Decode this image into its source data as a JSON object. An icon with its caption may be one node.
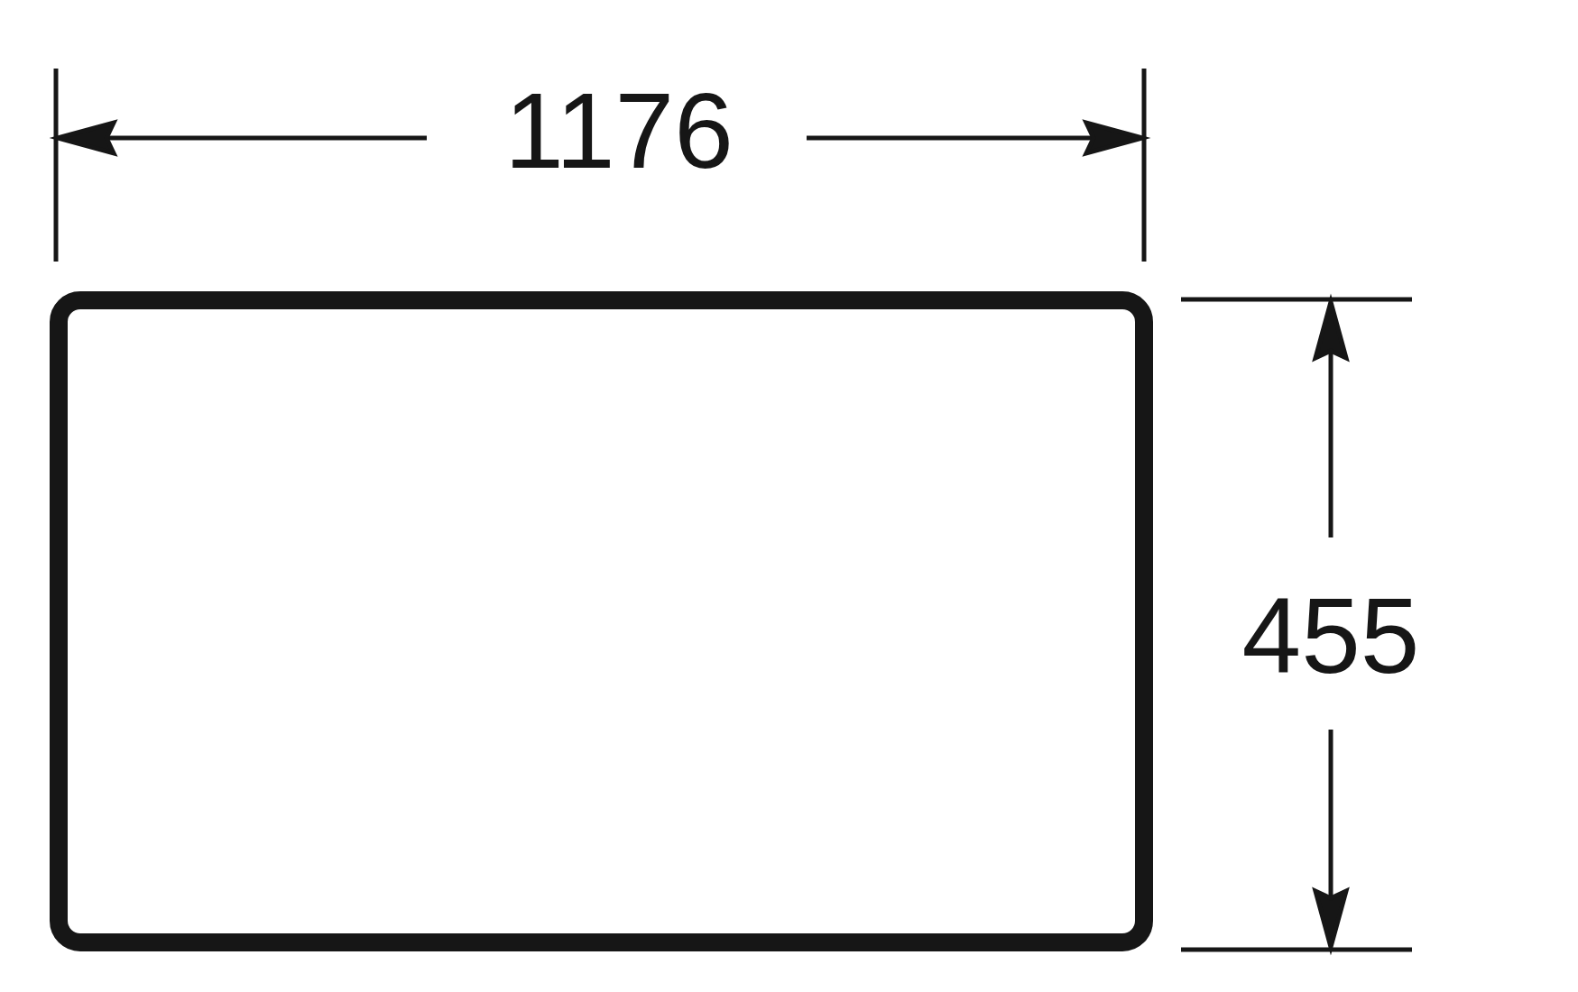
{
  "diagram": {
    "nodes": [
      {
        "text": [],
        "shape": "box"
      }
    ],
    "labels": [
      "1176",
      "455"
    ]
  }
}
